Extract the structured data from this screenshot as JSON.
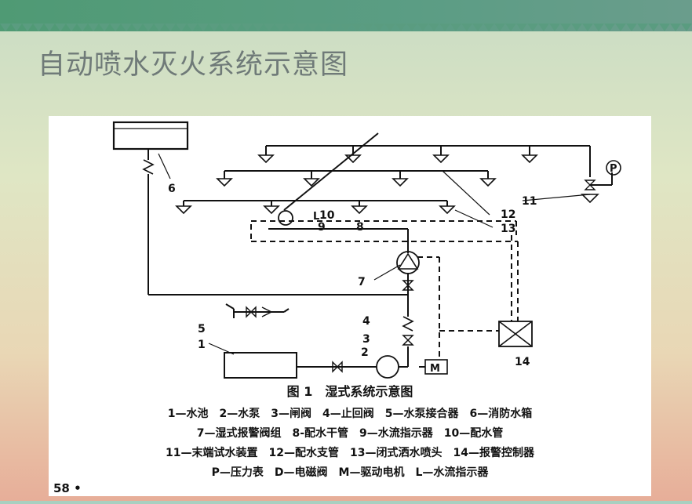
{
  "slide": {
    "title": "自动喷水灭火系统示意图",
    "page_number": "58 •"
  },
  "figure": {
    "caption": "图 1　湿式系统示意图",
    "labels": {
      "n1": "1",
      "n2": "2",
      "n3": "3",
      "n4": "4",
      "n5": "5",
      "n6": "6",
      "n7": "7",
      "n8": "8",
      "n9": "9",
      "n10": "10",
      "n11": "11",
      "n12": "12",
      "n13": "13",
      "n14": "14",
      "pressure": "P",
      "flow": "L",
      "motor": "M"
    },
    "legend": [
      "1—水池　2—水泵　3—闸阀　4—止回阀　5—水泵接合器　6—消防水箱",
      "7—湿式报警阀组　8-配水干管　9—水流指示器　10—配水管",
      "11—末端试水装置　12—配水支管　13—闭式洒水喷头　14—报警控制器",
      "P—压力表　D—电磁阀　M—驱动电机　L—水流指示器"
    ]
  }
}
